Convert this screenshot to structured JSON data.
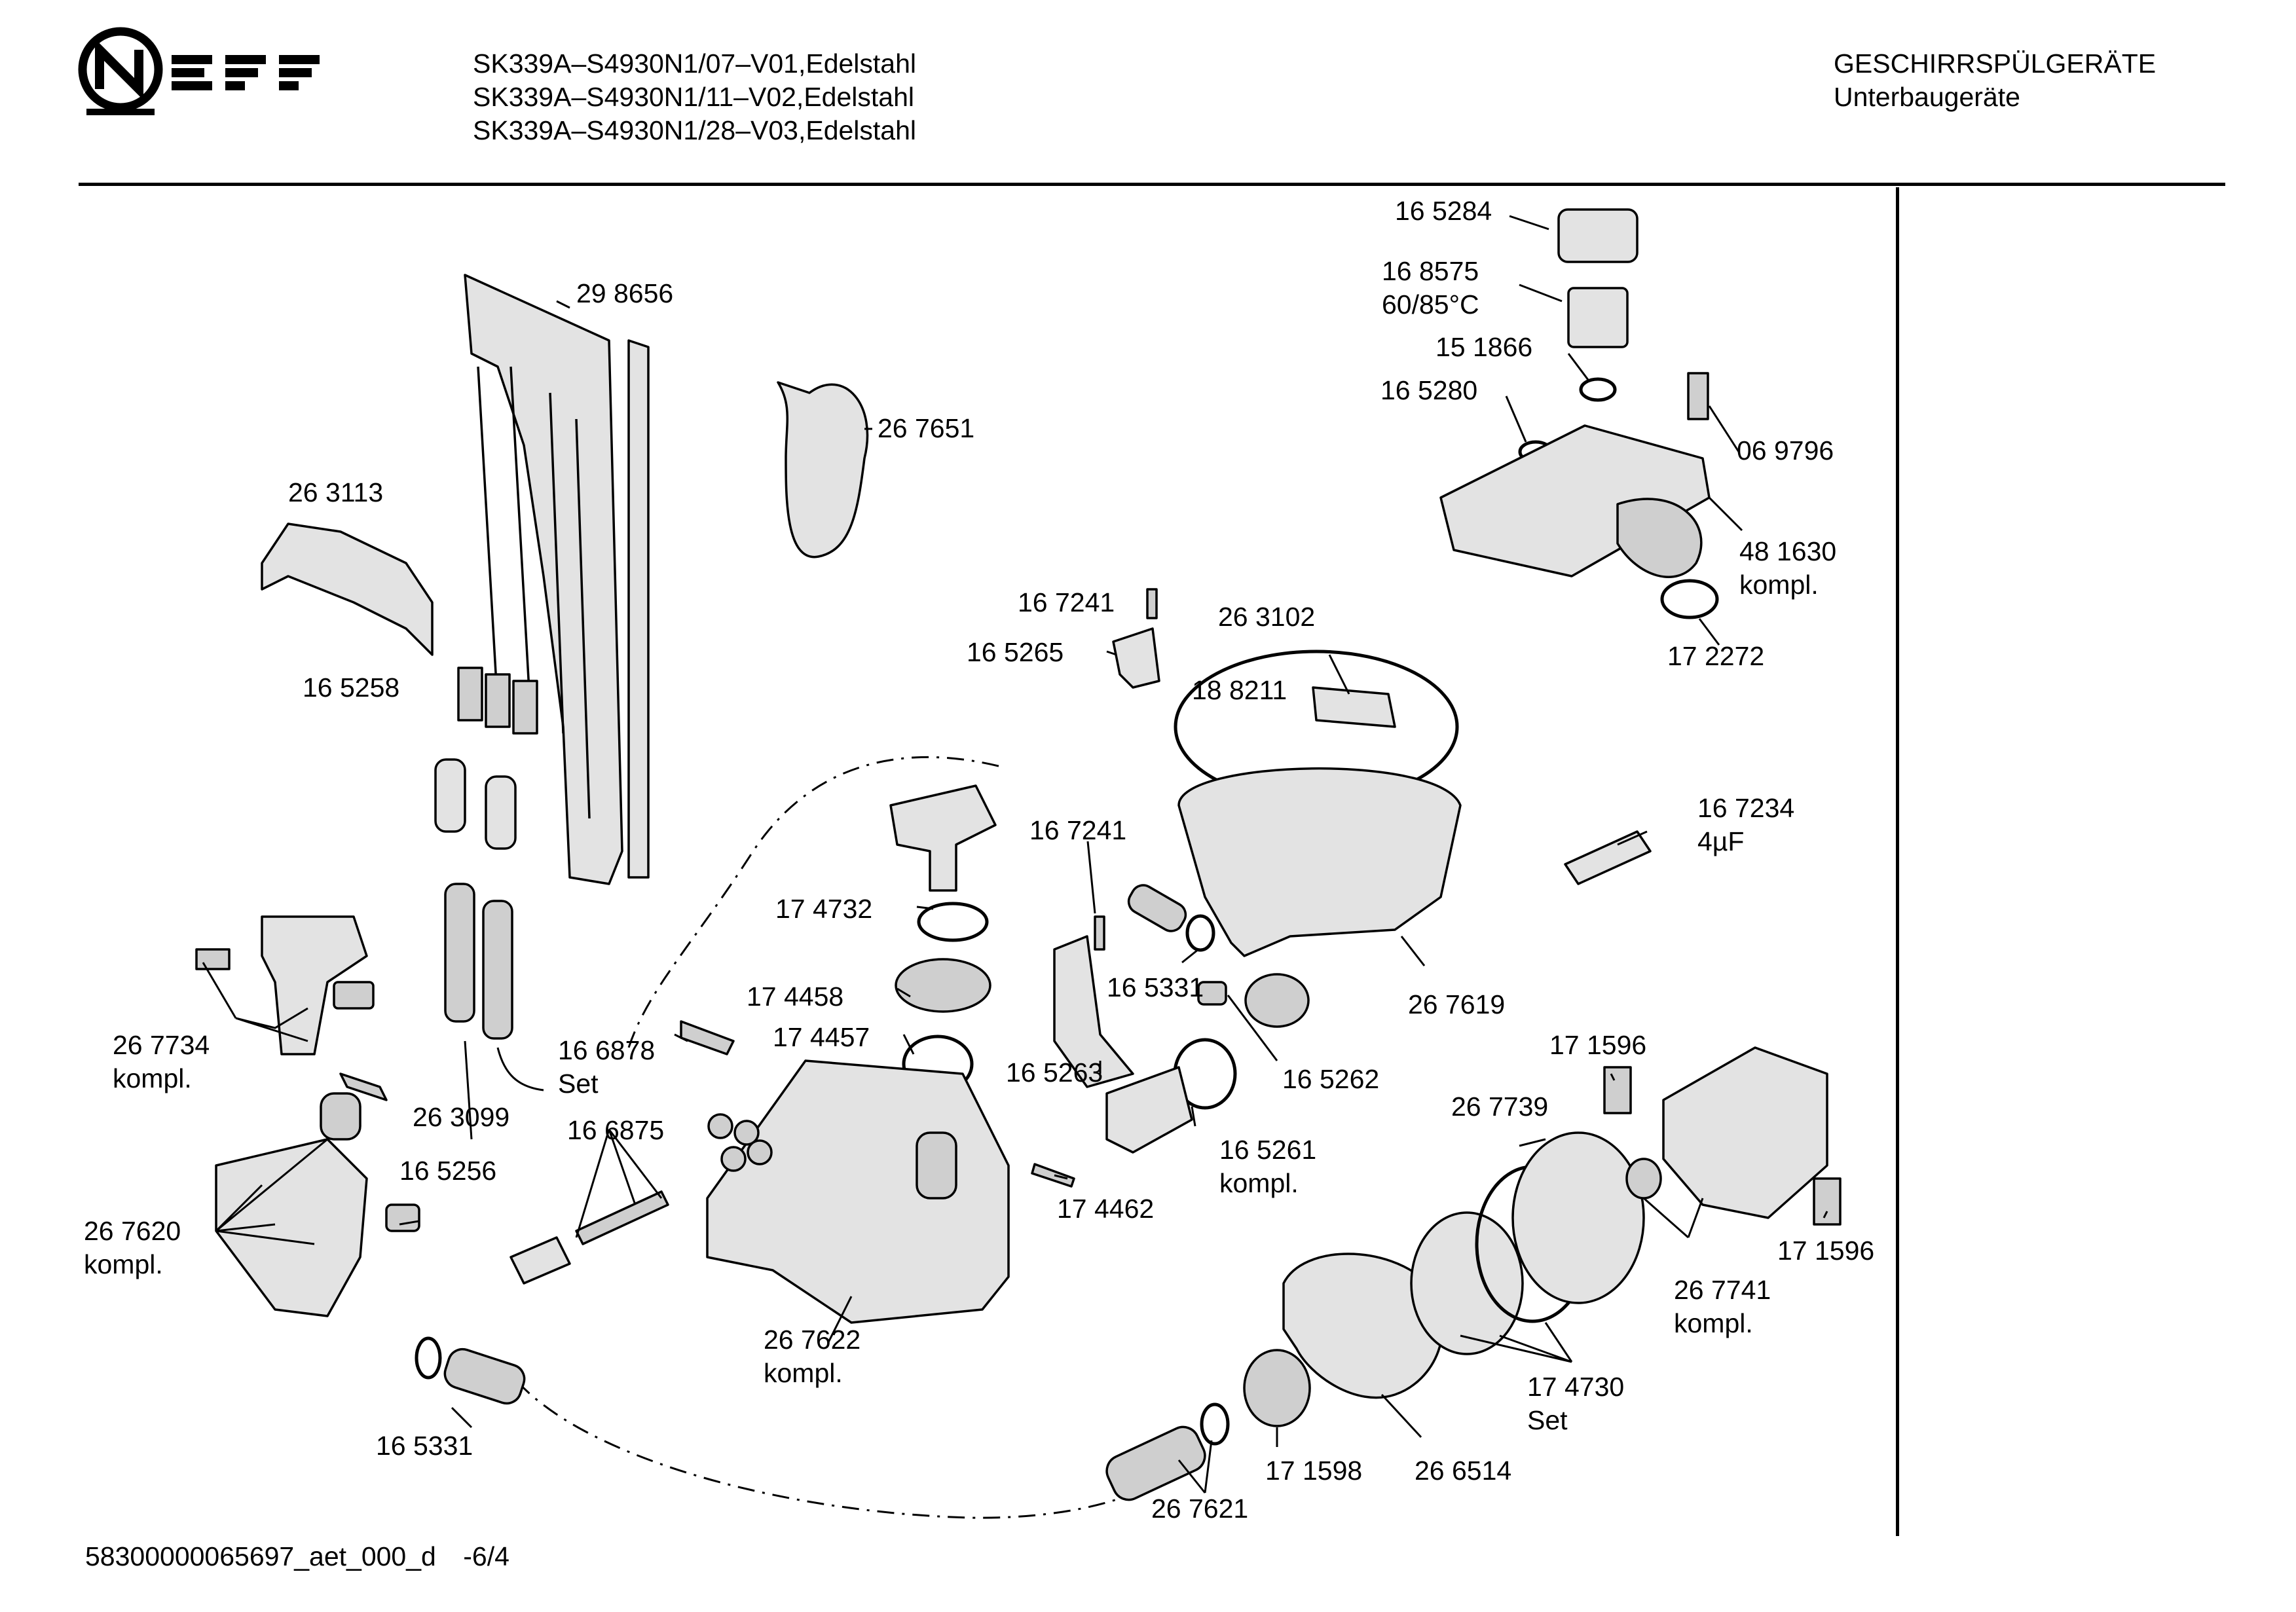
{
  "header": {
    "brand": "NEFF",
    "models": [
      "SK339A–S4930N1/07–V01,Edelstahl",
      "SK339A–S4930N1/11–V02,Edelstahl",
      "SK339A–S4930N1/28–V03,Edelstahl"
    ],
    "category": "GESCHIRRSPÜLGERÄTE",
    "subcategory": "Unterbaugeräte"
  },
  "footer": {
    "doc_id": "58300000065697_aet_000_d",
    "page": "-6/4"
  },
  "parts": [
    {
      "id": "p-298656",
      "lines": [
        "29 8656"
      ]
    },
    {
      "id": "p-267651",
      "lines": [
        "26 7651"
      ]
    },
    {
      "id": "p-263113",
      "lines": [
        "26 3113"
      ]
    },
    {
      "id": "p-165258",
      "lines": [
        "16 5258"
      ]
    },
    {
      "id": "p-165284",
      "lines": [
        "16 5284"
      ]
    },
    {
      "id": "p-168575",
      "lines": [
        "16 8575",
        "60/85°C"
      ]
    },
    {
      "id": "p-151866",
      "lines": [
        "15 1866"
      ]
    },
    {
      "id": "p-165280",
      "lines": [
        "16 5280"
      ]
    },
    {
      "id": "p-069796",
      "lines": [
        "06 9796"
      ]
    },
    {
      "id": "p-481630",
      "lines": [
        "48 1630",
        "kompl."
      ]
    },
    {
      "id": "p-172272",
      "lines": [
        "17 2272"
      ]
    },
    {
      "id": "p-167241a",
      "lines": [
        "16 7241"
      ]
    },
    {
      "id": "p-263102",
      "lines": [
        "26 3102"
      ]
    },
    {
      "id": "p-165265",
      "lines": [
        "16 5265"
      ]
    },
    {
      "id": "p-188211",
      "lines": [
        "18 8211"
      ]
    },
    {
      "id": "p-167234",
      "lines": [
        "16 7234",
        "4µF"
      ]
    },
    {
      "id": "p-167241b",
      "lines": [
        "16 7241"
      ]
    },
    {
      "id": "p-174732",
      "lines": [
        "17 4732"
      ]
    },
    {
      "id": "p-174458",
      "lines": [
        "17 4458"
      ]
    },
    {
      "id": "p-165331a",
      "lines": [
        "16 5331"
      ]
    },
    {
      "id": "p-267619",
      "lines": [
        "26 7619"
      ]
    },
    {
      "id": "p-174457",
      "lines": [
        "17 4457"
      ]
    },
    {
      "id": "p-166878",
      "lines": [
        "16 6878",
        "Set"
      ]
    },
    {
      "id": "p-267734",
      "lines": [
        "26 7734",
        "kompl."
      ]
    },
    {
      "id": "p-165263",
      "lines": [
        "16 5263"
      ]
    },
    {
      "id": "p-165262",
      "lines": [
        "16 5262"
      ]
    },
    {
      "id": "p-171596a",
      "lines": [
        "17 1596"
      ]
    },
    {
      "id": "p-263099",
      "lines": [
        "26 3099"
      ]
    },
    {
      "id": "p-166875",
      "lines": [
        "16 6875"
      ]
    },
    {
      "id": "p-267739",
      "lines": [
        "26 7739"
      ]
    },
    {
      "id": "p-165261",
      "lines": [
        "16 5261",
        "kompl."
      ]
    },
    {
      "id": "p-165256",
      "lines": [
        "16 5256"
      ]
    },
    {
      "id": "p-174462",
      "lines": [
        "17 4462"
      ]
    },
    {
      "id": "p-171596b",
      "lines": [
        "17 1596"
      ]
    },
    {
      "id": "p-267620",
      "lines": [
        "26 7620",
        "kompl."
      ]
    },
    {
      "id": "p-267741",
      "lines": [
        "26 7741",
        "kompl."
      ]
    },
    {
      "id": "p-267622",
      "lines": [
        "26 7622",
        "kompl."
      ]
    },
    {
      "id": "p-174730",
      "lines": [
        "17 4730",
        "Set"
      ]
    },
    {
      "id": "p-165331b",
      "lines": [
        "16 5331"
      ]
    },
    {
      "id": "p-171598",
      "lines": [
        "17 1598"
      ]
    },
    {
      "id": "p-266514",
      "lines": [
        "26 6514"
      ]
    },
    {
      "id": "p-267621",
      "lines": [
        "26 7621"
      ]
    }
  ]
}
